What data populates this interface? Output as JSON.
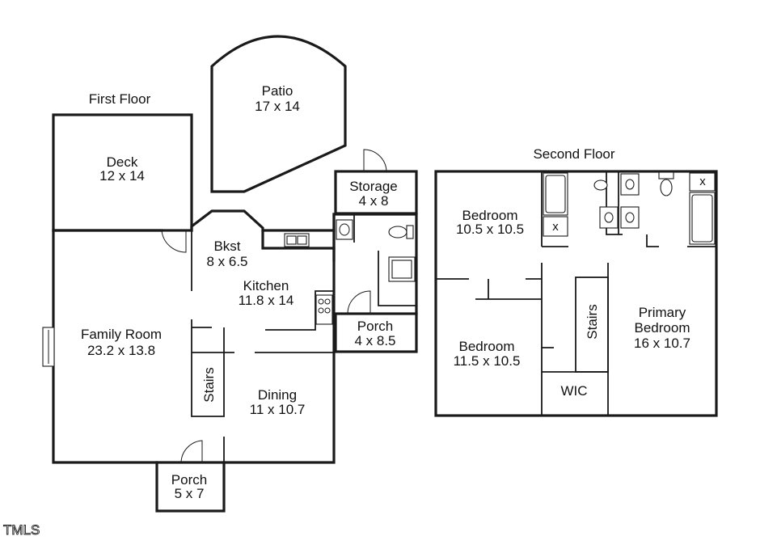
{
  "titles": {
    "first_floor": "First Floor",
    "second_floor": "Second Floor"
  },
  "rooms": {
    "patio": {
      "name": "Patio",
      "size": "17 x 14"
    },
    "deck": {
      "name": "Deck",
      "size": "12 x 14"
    },
    "storage": {
      "name": "Storage",
      "size": "4 x 8"
    },
    "bkst": {
      "name": "Bkst",
      "size": "8 x 6.5"
    },
    "kitchen": {
      "name": "Kitchen",
      "size": "11.8 x 14"
    },
    "family_room": {
      "name": "Family Room",
      "size": "23.2 x 13.8"
    },
    "porch_side": {
      "name": "Porch",
      "size": "4 x 8.5"
    },
    "stairs_first": {
      "name": "Stairs"
    },
    "dining": {
      "name": "Dining",
      "size": "11 x 10.7"
    },
    "porch_front": {
      "name": "Porch",
      "size": "5 x 7"
    },
    "bedroom_upper": {
      "name": "Bedroom",
      "size": "10.5 x 10.5"
    },
    "bedroom_lower": {
      "name": "Bedroom",
      "size": "11.5 x 10.5"
    },
    "stairs_second": {
      "name": "Stairs"
    },
    "primary_bedroom": {
      "name_line1": "Primary",
      "name_line2": "Bedroom",
      "size": "16 x 10.7"
    },
    "wic": {
      "name": "WIC"
    }
  },
  "markers": {
    "closet_x_1": "x",
    "closet_x_2": "x"
  },
  "watermark": "TMLS"
}
